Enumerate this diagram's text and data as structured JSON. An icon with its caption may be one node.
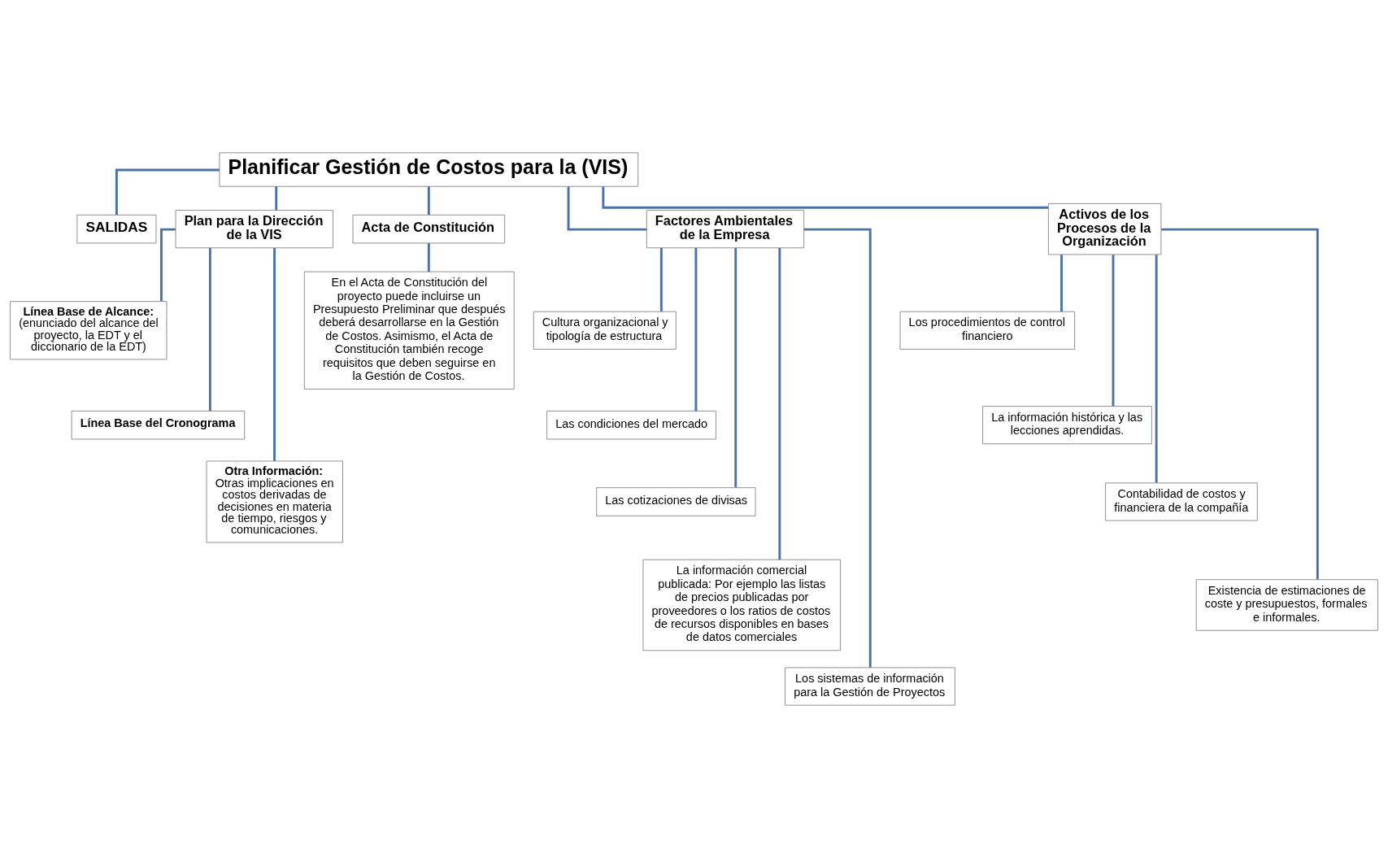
{
  "diagram": {
    "nodes": [
      {
        "text": [
          "Planificar Gestión de Costos para la (VIS)"
        ]
      },
      {
        "text": [
          "SALIDAS"
        ]
      },
      {
        "text": [
          "Plan para la Dirección de la VIS"
        ]
      },
      {
        "text": [
          "Acta de Constitución"
        ]
      },
      {
        "text": [
          "Factores Ambientales de la Empresa"
        ]
      },
      {
        "text": [
          "Activos de los Procesos de la Organización"
        ]
      },
      {
        "text": [
          "Línea Base de Alcance:",
          "(enunciado del alcance del proyecto, la EDT y el diccionario de la EDT)"
        ]
      },
      {
        "text": [
          "Línea Base del Cronograma"
        ]
      },
      {
        "text": [
          "Otra Información:",
          "Otras implicaciones en costos derivadas de decisiones en materia de tiempo, riesgos y comunicaciones."
        ]
      },
      {
        "text": [
          "En el Acta de Constitución del proyecto puede incluirse un Presupuesto Preliminar que después deberá desarrollarse en la Gestión de Costos. Asimismo, el Acta de Constitución también recoge requisitos que deben seguirse en la Gestión de Costos."
        ]
      },
      {
        "text": [
          "Cultura organizacional y tipología de estructura"
        ]
      },
      {
        "text": [
          "Las condiciones del mercado"
        ]
      },
      {
        "text": [
          "Las cotizaciones de divisas"
        ]
      },
      {
        "text": [
          "La información comercial publicada: Por ejemplo las listas de precios publicadas por proveedores o los ratios de costos de recursos disponibles en bases de datos comerciales"
        ]
      },
      {
        "text": [
          "Los sistemas de información para la Gestión de Proyectos"
        ]
      },
      {
        "text": [
          "Los procedimientos de control financiero"
        ]
      },
      {
        "text": [
          "La información histórica y las lecciones aprendidas."
        ]
      },
      {
        "text": [
          "Contabilidad de costos y financiera de la compañía"
        ]
      },
      {
        "text": [
          "Existencia de estimaciones de coste y presupuestos, formales e informales."
        ]
      }
    ],
    "edges": [
      {
        "from": 0,
        "to": 1,
        "arrow": "none"
      },
      {
        "from": 0,
        "to": 2,
        "arrow": "none"
      },
      {
        "from": 0,
        "to": 3,
        "arrow": "none"
      },
      {
        "from": 0,
        "to": 4,
        "arrow": "none"
      },
      {
        "from": 0,
        "to": 5,
        "arrow": "none"
      },
      {
        "from": 2,
        "to": 6,
        "arrow": "none"
      },
      {
        "from": 2,
        "to": 7,
        "arrow": "none"
      },
      {
        "from": 2,
        "to": 8,
        "arrow": "none"
      },
      {
        "from": 3,
        "to": 9,
        "arrow": "none"
      },
      {
        "from": 4,
        "to": 10,
        "arrow": "none"
      },
      {
        "from": 4,
        "to": 11,
        "arrow": "none"
      },
      {
        "from": 4,
        "to": 12,
        "arrow": "none"
      },
      {
        "from": 4,
        "to": 13,
        "arrow": "none"
      },
      {
        "from": 4,
        "to": 14,
        "arrow": "none"
      },
      {
        "from": 5,
        "to": 15,
        "arrow": "none"
      },
      {
        "from": 5,
        "to": 16,
        "arrow": "none"
      },
      {
        "from": 5,
        "to": 17,
        "arrow": "none"
      },
      {
        "from": 5,
        "to": 18,
        "arrow": "none"
      }
    ]
  }
}
